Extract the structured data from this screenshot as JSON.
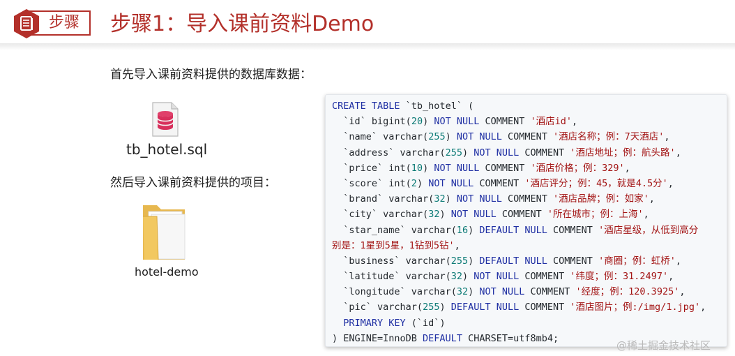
{
  "header": {
    "section_label": "步骤",
    "title": "步骤1：导入课前资料Demo"
  },
  "left": {
    "intro_text": "首先导入课前资料提供的数据库数据：",
    "sql_file_name": "tb_hotel.sql",
    "then_text": "然后导入课前资料提供的项目：",
    "project_folder_name": "hotel-demo"
  },
  "code": {
    "lines": [
      [
        {
          "t": "kw",
          "v": "CREATE TABLE "
        },
        {
          "t": "pl",
          "v": "`tb_hotel` ("
        }
      ],
      [
        {
          "t": "pl",
          "v": "  `id` "
        },
        {
          "t": "pl",
          "v": "bigint("
        },
        {
          "t": "nm",
          "v": "20"
        },
        {
          "t": "pl",
          "v": ") "
        },
        {
          "t": "kw",
          "v": "NOT NULL"
        },
        {
          "t": "pl",
          "v": " COMMENT "
        },
        {
          "t": "st",
          "v": "'酒店id'"
        },
        {
          "t": "pl",
          "v": ","
        }
      ],
      [
        {
          "t": "pl",
          "v": "  `name` "
        },
        {
          "t": "pl",
          "v": "varchar("
        },
        {
          "t": "nm",
          "v": "255"
        },
        {
          "t": "pl",
          "v": ") "
        },
        {
          "t": "kw",
          "v": "NOT NULL"
        },
        {
          "t": "pl",
          "v": " COMMENT "
        },
        {
          "t": "st",
          "v": "'酒店名称；例：7天酒店'"
        },
        {
          "t": "pl",
          "v": ","
        }
      ],
      [
        {
          "t": "pl",
          "v": "  `address` "
        },
        {
          "t": "pl",
          "v": "varchar("
        },
        {
          "t": "nm",
          "v": "255"
        },
        {
          "t": "pl",
          "v": ") "
        },
        {
          "t": "kw",
          "v": "NOT NULL"
        },
        {
          "t": "pl",
          "v": " COMMENT "
        },
        {
          "t": "st",
          "v": "'酒店地址；例：航头路'"
        },
        {
          "t": "pl",
          "v": ","
        }
      ],
      [
        {
          "t": "pl",
          "v": "  `price` "
        },
        {
          "t": "pl",
          "v": "int("
        },
        {
          "t": "nm",
          "v": "10"
        },
        {
          "t": "pl",
          "v": ") "
        },
        {
          "t": "kw",
          "v": "NOT NULL"
        },
        {
          "t": "pl",
          "v": " COMMENT "
        },
        {
          "t": "st",
          "v": "'酒店价格；例：329'"
        },
        {
          "t": "pl",
          "v": ","
        }
      ],
      [
        {
          "t": "pl",
          "v": "  `score` "
        },
        {
          "t": "pl",
          "v": "int("
        },
        {
          "t": "nm",
          "v": "2"
        },
        {
          "t": "pl",
          "v": ") "
        },
        {
          "t": "kw",
          "v": "NOT NULL"
        },
        {
          "t": "pl",
          "v": " COMMENT "
        },
        {
          "t": "st",
          "v": "'酒店评分；例：45，就是4.5分'"
        },
        {
          "t": "pl",
          "v": ","
        }
      ],
      [
        {
          "t": "pl",
          "v": "  `brand` "
        },
        {
          "t": "pl",
          "v": "varchar("
        },
        {
          "t": "nm",
          "v": "32"
        },
        {
          "t": "pl",
          "v": ") "
        },
        {
          "t": "kw",
          "v": "NOT NULL"
        },
        {
          "t": "pl",
          "v": " COMMENT "
        },
        {
          "t": "st",
          "v": "'酒店品牌；例：如家'"
        },
        {
          "t": "pl",
          "v": ","
        }
      ],
      [
        {
          "t": "pl",
          "v": "  `city` "
        },
        {
          "t": "pl",
          "v": "varchar("
        },
        {
          "t": "nm",
          "v": "32"
        },
        {
          "t": "pl",
          "v": ") "
        },
        {
          "t": "kw",
          "v": "NOT NULL"
        },
        {
          "t": "pl",
          "v": " COMMENT "
        },
        {
          "t": "st",
          "v": "'所在城市；例：上海'"
        },
        {
          "t": "pl",
          "v": ","
        }
      ],
      [
        {
          "t": "pl",
          "v": "  `star_name` "
        },
        {
          "t": "pl",
          "v": "varchar("
        },
        {
          "t": "nm",
          "v": "16"
        },
        {
          "t": "pl",
          "v": ") "
        },
        {
          "t": "kw",
          "v": "DEFAULT NULL"
        },
        {
          "t": "pl",
          "v": " COMMENT "
        },
        {
          "t": "st",
          "v": "'酒店星级，从低到高分"
        }
      ],
      [
        {
          "t": "st",
          "v": "别是：1星到5星，1钻到5钻'"
        },
        {
          "t": "pl",
          "v": ","
        }
      ],
      [
        {
          "t": "pl",
          "v": "  `business` "
        },
        {
          "t": "pl",
          "v": "varchar("
        },
        {
          "t": "nm",
          "v": "255"
        },
        {
          "t": "pl",
          "v": ") "
        },
        {
          "t": "kw",
          "v": "DEFAULT NULL"
        },
        {
          "t": "pl",
          "v": " COMMENT "
        },
        {
          "t": "st",
          "v": "'商圈；例：虹桥'"
        },
        {
          "t": "pl",
          "v": ","
        }
      ],
      [
        {
          "t": "pl",
          "v": "  `latitude` "
        },
        {
          "t": "pl",
          "v": "varchar("
        },
        {
          "t": "nm",
          "v": "32"
        },
        {
          "t": "pl",
          "v": ") "
        },
        {
          "t": "kw",
          "v": "NOT NULL"
        },
        {
          "t": "pl",
          "v": " COMMENT "
        },
        {
          "t": "st",
          "v": "'纬度；例：31.2497'"
        },
        {
          "t": "pl",
          "v": ","
        }
      ],
      [
        {
          "t": "pl",
          "v": "  `longitude` "
        },
        {
          "t": "pl",
          "v": "varchar("
        },
        {
          "t": "nm",
          "v": "32"
        },
        {
          "t": "pl",
          "v": ") "
        },
        {
          "t": "kw",
          "v": "NOT NULL"
        },
        {
          "t": "pl",
          "v": " COMMENT "
        },
        {
          "t": "st",
          "v": "'经度；例：120.3925'"
        },
        {
          "t": "pl",
          "v": ","
        }
      ],
      [
        {
          "t": "pl",
          "v": "  `pic` "
        },
        {
          "t": "pl",
          "v": "varchar("
        },
        {
          "t": "nm",
          "v": "255"
        },
        {
          "t": "pl",
          "v": ") "
        },
        {
          "t": "kw",
          "v": "DEFAULT NULL"
        },
        {
          "t": "pl",
          "v": " COMMENT "
        },
        {
          "t": "st",
          "v": "'酒店图片；例:/img/1.jpg'"
        },
        {
          "t": "pl",
          "v": ","
        }
      ],
      [
        {
          "t": "kw",
          "v": "  PRIMARY KEY"
        },
        {
          "t": "pl",
          "v": " (`id`)"
        }
      ],
      [
        {
          "t": "pl",
          "v": ") ENGINE=InnoDB "
        },
        {
          "t": "kw",
          "v": "DEFAULT"
        },
        {
          "t": "pl",
          "v": " CHARSET=utf8mb4;"
        }
      ]
    ]
  },
  "watermark": "@稀土掘金技术社区",
  "colors": {
    "accent": "#b3302a",
    "keyword": "#1f2fa3",
    "number": "#0b7a75",
    "string": "#a31515",
    "code_bg": "#f6f8fa"
  },
  "icons": {
    "section": "document-icon",
    "sql_file": "database-file-icon",
    "project": "folder-icon"
  }
}
